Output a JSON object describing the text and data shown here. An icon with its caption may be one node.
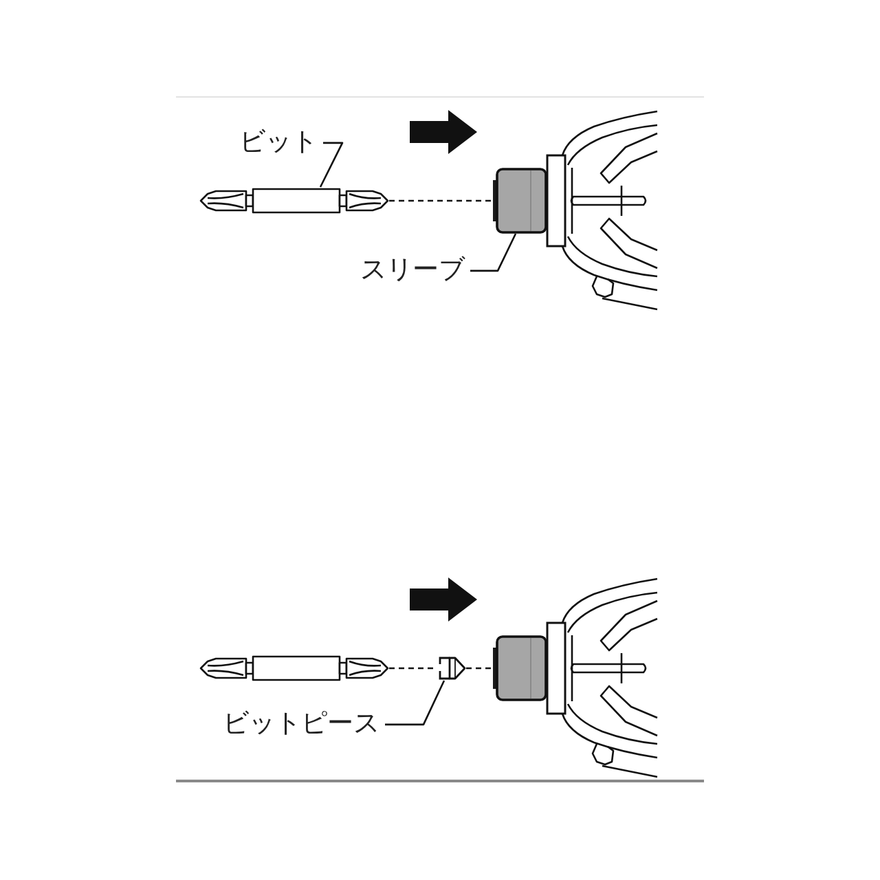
{
  "diagram": {
    "nodes": [
      {
        "text": [
          "ビット"
        ]
      },
      {
        "text": [],
        "shape": "picture"
      },
      {
        "text": [],
        "shape": "picture"
      },
      {
        "text": [
          "スリーブ"
        ]
      },
      {
        "text": [],
        "shape": "picture"
      },
      {
        "text": [],
        "shape": "picture"
      },
      {
        "text": [],
        "shape": "picture"
      },
      {
        "text": [
          "ビットピース"
        ]
      }
    ],
    "edges": [
      {
        "from": 0,
        "to": 1,
        "arrow": "none"
      },
      {
        "from": 1,
        "to": 2,
        "arrow": "none",
        "style": "dashed"
      },
      {
        "from": 3,
        "to": 2,
        "arrow": "none"
      },
      {
        "from": 4,
        "to": 5,
        "arrow": "none",
        "style": "dashed"
      },
      {
        "from": 5,
        "to": 6,
        "arrow": "none",
        "style": "dashed"
      },
      {
        "from": 7,
        "to": 5,
        "arrow": "none"
      }
    ]
  }
}
